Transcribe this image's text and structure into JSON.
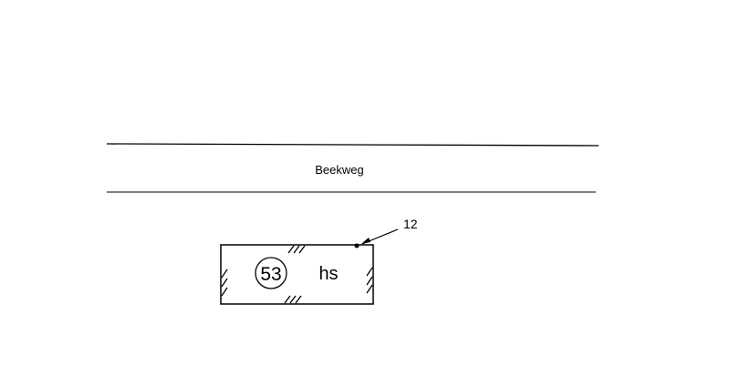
{
  "street": {
    "name": "Beekweg"
  },
  "building": {
    "number": "53",
    "label": "hs"
  },
  "marker": {
    "label": "12"
  }
}
